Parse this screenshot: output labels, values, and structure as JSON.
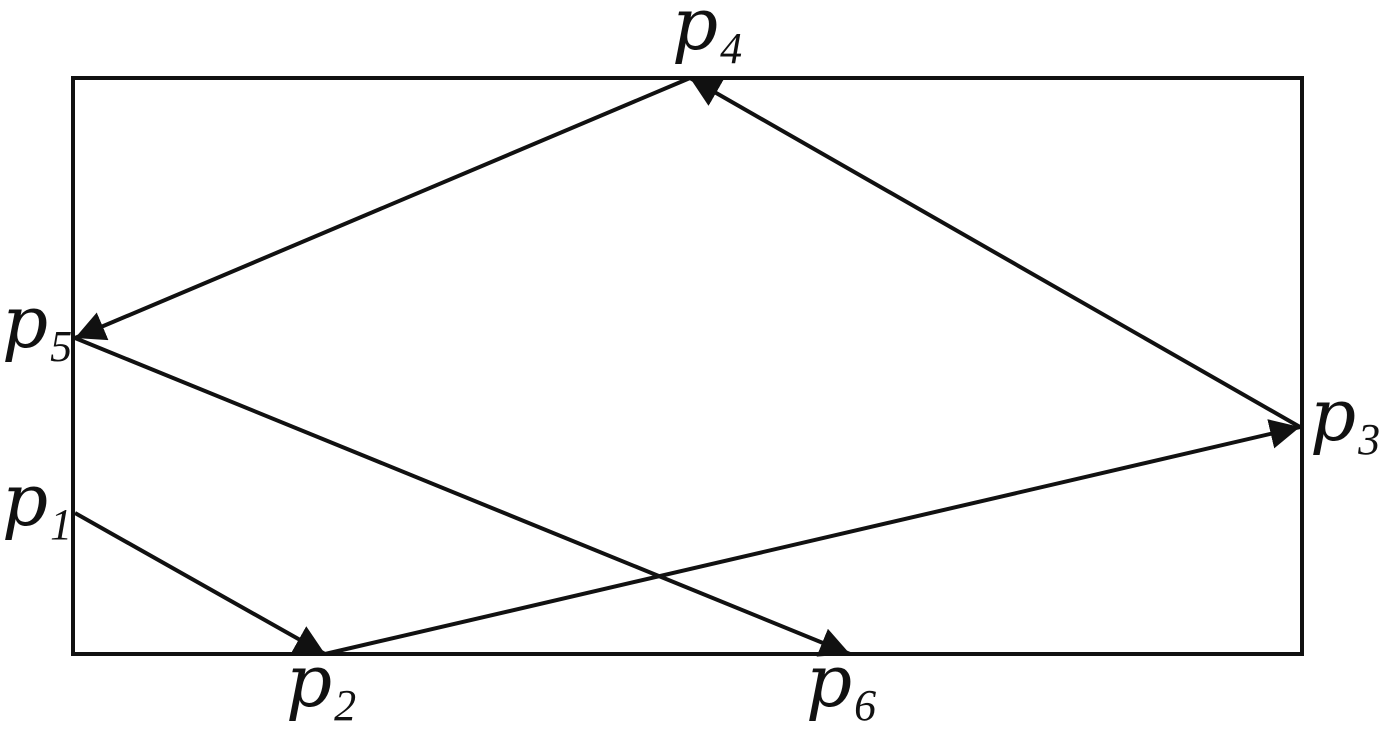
{
  "diagram": {
    "points": [
      {
        "id": "p1",
        "symbol": "p",
        "subscript": "1"
      },
      {
        "id": "p2",
        "symbol": "p",
        "subscript": "2"
      },
      {
        "id": "p3",
        "symbol": "p",
        "subscript": "3"
      },
      {
        "id": "p4",
        "symbol": "p",
        "subscript": "4"
      },
      {
        "id": "p5",
        "symbol": "p",
        "subscript": "5"
      },
      {
        "id": "p6",
        "symbol": "p",
        "subscript": "6"
      }
    ],
    "path": [
      {
        "from": "p1",
        "to": "p2"
      },
      {
        "from": "p2",
        "to": "p3"
      },
      {
        "from": "p3",
        "to": "p4"
      },
      {
        "from": "p4",
        "to": "p5"
      },
      {
        "from": "p5",
        "to": "p6"
      }
    ],
    "colors": {
      "stroke": "#111111",
      "background": "#ffffff"
    }
  }
}
